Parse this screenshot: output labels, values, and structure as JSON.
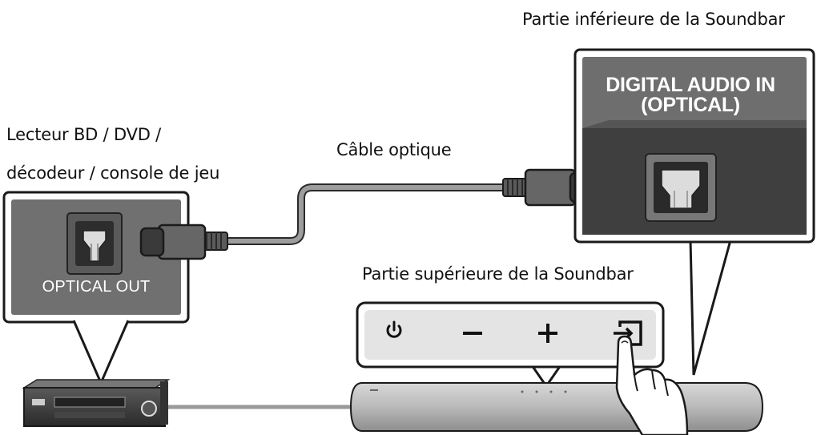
{
  "labels": {
    "player_line1": "Lecteur BD / DVD /",
    "player_line2": "décodeur / console de jeu",
    "cable": "Câble optique",
    "soundbar_bottom": "Partie inférieure de la Soundbar",
    "soundbar_top": "Partie supérieure de la Soundbar"
  },
  "panels": {
    "optical_out": "OPTICAL OUT",
    "digital_audio_in_line1": "DIGITAL AUDIO IN",
    "digital_audio_in_line2": "(OPTICAL)"
  },
  "soundbar_buttons": [
    {
      "name": "power-icon",
      "glyph": "power"
    },
    {
      "name": "volume-down-icon",
      "glyph": "minus"
    },
    {
      "name": "volume-up-icon",
      "glyph": "plus"
    },
    {
      "name": "input-source-icon",
      "glyph": "input"
    }
  ],
  "colors": {
    "panel_bg": "#6b6b6b",
    "panel_dark": "#3d3d3d",
    "cable": "#9a9a9a",
    "connector": "#555555",
    "soundbar": "#b5b5b5",
    "outline": "#1a1a1a"
  }
}
